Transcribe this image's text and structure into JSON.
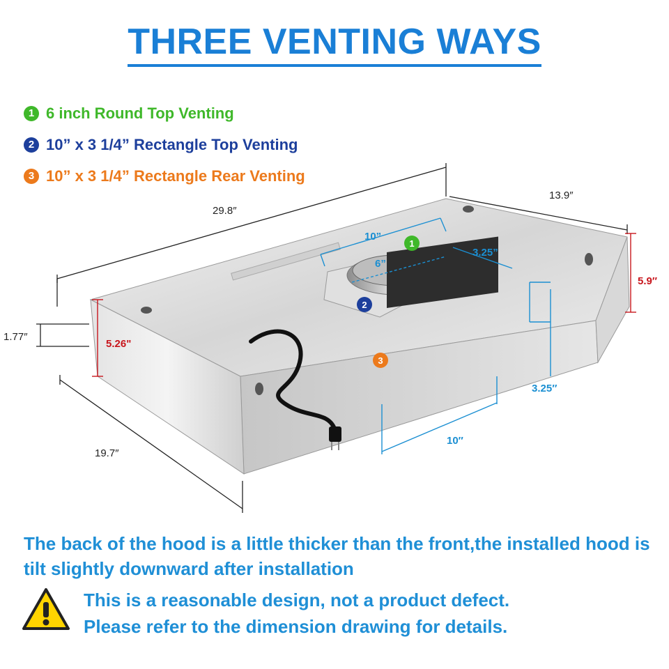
{
  "title": "THREE VENTING WAYS",
  "options": [
    {
      "num": "1",
      "text": "6 inch Round Top Venting"
    },
    {
      "num": "2",
      "text": "10”  x 3 1/4”  Rectangle Top Venting"
    },
    {
      "num": "3",
      "text": "10”  x 3 1/4”  Rectangle Rear Venting"
    }
  ],
  "dimensions": {
    "length": "29.8″",
    "depth_top": "13.9″",
    "back_height": "5.9″",
    "front_lip": "1.77″",
    "front_height": "5.26\"",
    "side_depth": "19.7″",
    "top_rect_width": "10”",
    "top_rect_height": "3.25”",
    "round_diameter": "6”",
    "rear_rect_height": "3.25″",
    "rear_rect_width": "10″"
  },
  "markers": {
    "m1": "1",
    "m2": "2",
    "m3": "3"
  },
  "note": "The back of the hood is a little thicker than the front,the installed hood is tilt slightly downward after installation",
  "warning": {
    "line1": "This is a reasonable design, not a product defect.",
    "line2": "Please refer to the dimension drawing for details."
  },
  "colors": {
    "title": "#1a7fd6",
    "green": "#3fb82a",
    "navy": "#1d3f9c",
    "orange": "#ec7a1c",
    "red": "#c8161d",
    "blue": "#1b8fd2"
  }
}
